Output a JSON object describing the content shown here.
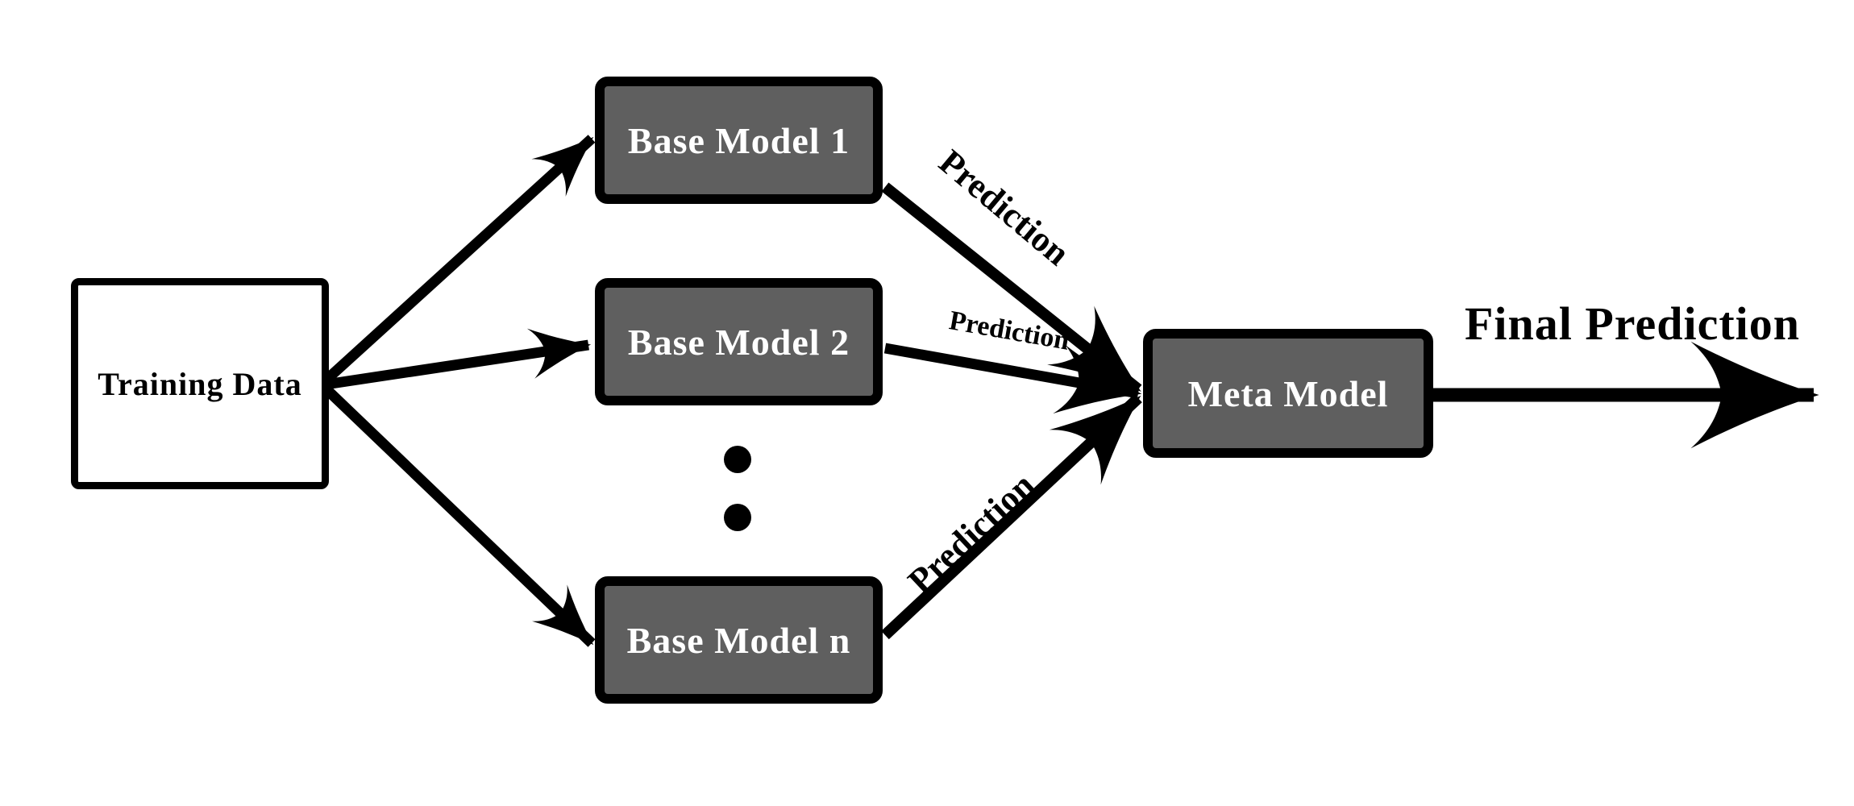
{
  "nodes": {
    "training": {
      "label": "Training Data"
    },
    "base1": {
      "label": "Base Model 1"
    },
    "base2": {
      "label": "Base Model 2"
    },
    "basen": {
      "label": "Base Model n"
    },
    "meta": {
      "label": "Meta Model"
    }
  },
  "edges": {
    "pred1": {
      "label": "Prediction"
    },
    "pred2": {
      "label": "Prediction"
    },
    "predn": {
      "label": "Prediction"
    },
    "final": {
      "label": "Final Prediction"
    }
  },
  "ellipsis": {
    "dot_count": 2
  },
  "colors": {
    "background": "#ffffff",
    "node_fill": "#5f5f5f",
    "node_border": "#000000",
    "node_text": "#ffffff",
    "training_fill": "#ffffff",
    "training_text": "#000000",
    "arrow": "#000000",
    "label_text": "#000000"
  }
}
